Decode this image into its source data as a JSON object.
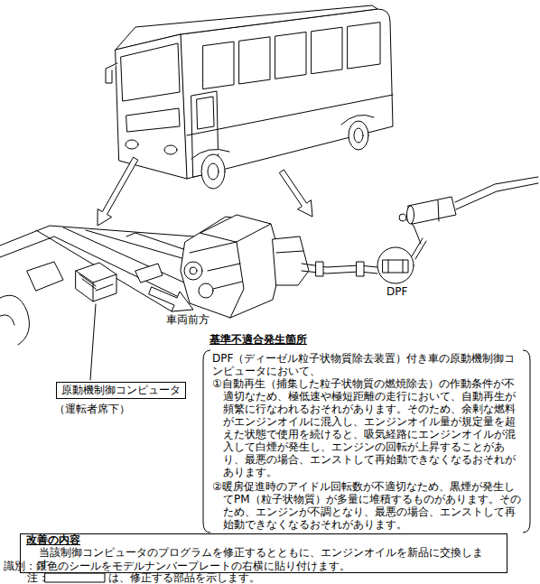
{
  "diagram": {
    "nodes": [
      {
        "text": [
          "原動機制御コンピュータ"
        ]
      },
      {
        "text": [
          "基準不適合発生箇所",
          "DPF（ディーゼル粒子状物質除去装置）付き車の原動機制御コンピュータにおいて、",
          "①自動再生（捕集した粒子状物質の燃焼除去）の作動条件が不適切なため、極低速や極短距離の走行において、自動再生が頻繁に行なわれるおそれがあります。そのため、余剰な燃料がエンジンオイルに混入し、エンジンオイル量が規定量を超えた状態で使用を続けると、吸気経路にエンジンオイルが混入して白煙が発生し、エンジンの回転が上昇することがあり、最悪の場合、エンストして再始動できなくなるおそれがあります。",
          "②暖房促進時のアイドル回転数が不適切なため、黒煙が発生してPM（粒子状物質）が多量に堆積するものがあります。そのため、エンジンが不調となり、最悪の場合、エンストして再始動できなくなるおそれがあります。"
        ]
      },
      {
        "text": [
          "改善の内容",
          "当該制御コンピュータのプログラムを修正するとともに、エンジンオイルを新品に交換します。"
        ]
      }
    ],
    "labels": [
      "車両前方",
      "DPF",
      "（運転者席下）",
      "識別：銀色のシールをモデルナンバープレートの右横に貼り付けます。",
      "注：",
      "は、修正する部品を示します。"
    ]
  }
}
